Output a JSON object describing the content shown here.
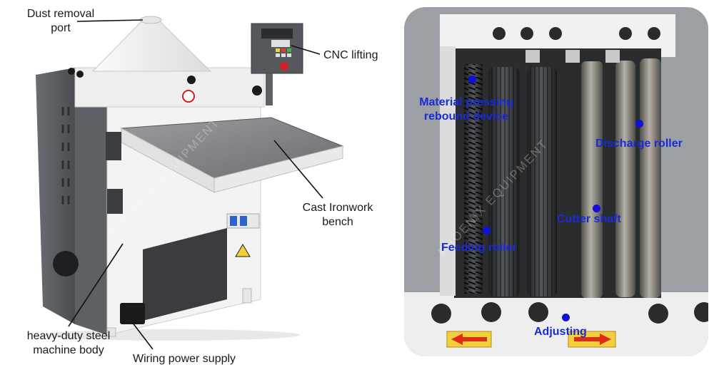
{
  "left_panel": {
    "labels": {
      "dust_port_line1": "Dust removal",
      "dust_port_line2": "port",
      "cnc_lifting": "CNC lifting",
      "bench_line1": "Cast Ironwork",
      "bench_line2": "bench",
      "body_line1": "heavy-duty steel",
      "body_line2": "machine body",
      "wiring": "Wiring power supply"
    },
    "watermark": "PHOENIX EQUIPMENT"
  },
  "right_panel": {
    "labels": {
      "pressing_line1": "Material pressing",
      "pressing_line2": "rebound device",
      "discharge": "Discharge roller",
      "cutter": "Cutter shaft",
      "feeding": "Feeding roller",
      "adjusting": "Adjusting"
    },
    "watermark": "PHOENIX EQUIPMENT"
  },
  "colors": {
    "label_blue": "#1a2bd6",
    "marker_blue": "#1010d8",
    "arrow_red": "#e02a1a",
    "arrow_bg": "#f2d03a"
  }
}
